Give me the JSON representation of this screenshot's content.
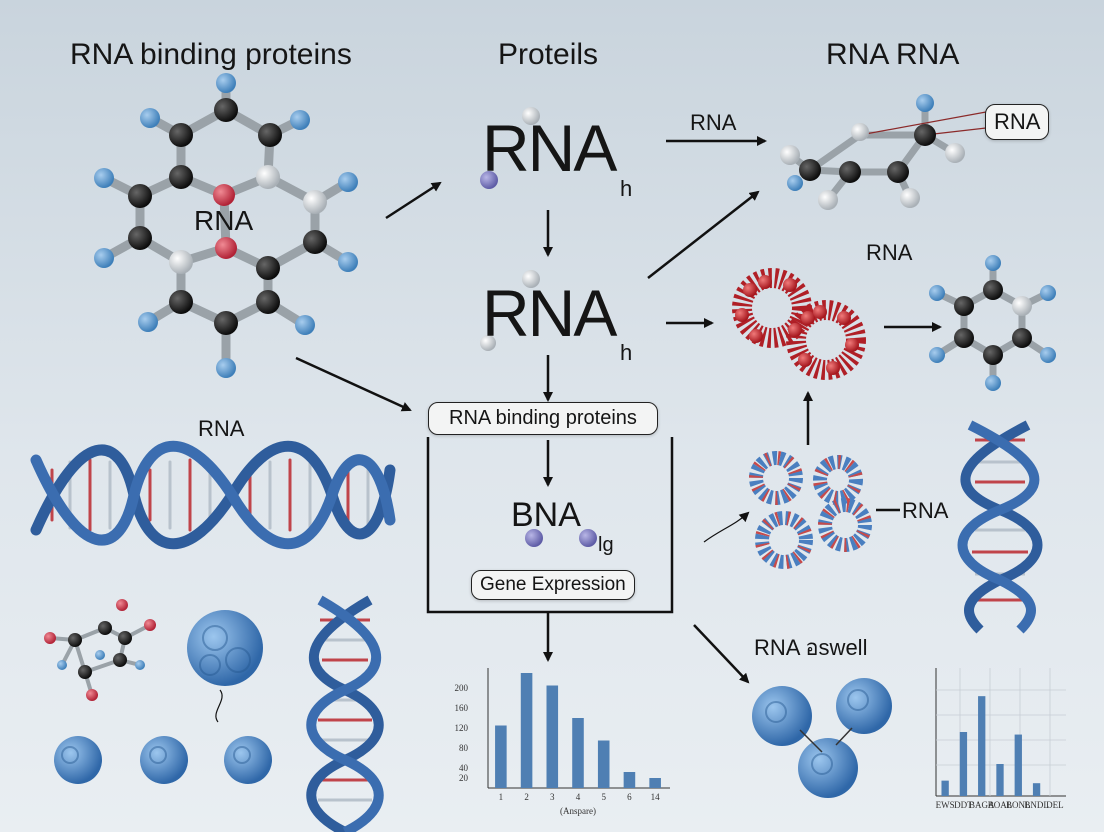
{
  "titles": {
    "left": "RNA binding proteins",
    "center": "Proteils",
    "right": "RNA RNA"
  },
  "center_flow": {
    "rna1_main": "RNA",
    "rna1_sub": "h",
    "rna2_main": "RNA",
    "rna2_sub": "h",
    "box_label": "RNA binding proteins",
    "bna_main": "BNA",
    "bna_sub": "lg",
    "gene_label": "Gene Expression"
  },
  "left_labels": {
    "molecule_label": "RNA",
    "helix_label": "RNA"
  },
  "right_labels": {
    "arrow_label": "RNA",
    "box_label": "RNA",
    "middle_label": "RNA",
    "cluster_label": "RNA",
    "lower_label": "RNA อswell"
  },
  "colors": {
    "helix": "#2f5d9c",
    "protein_red": "#c22a30",
    "protein_blue": "#4f86c2",
    "atom_black": "#151515",
    "atom_blue": "#5b9bd0",
    "atom_red": "#c4374a",
    "bar": "#4f7fb3"
  },
  "chart_data": [
    {
      "type": "bar",
      "categories": [
        "1",
        "2",
        "3",
        "4",
        "5",
        "6",
        "14"
      ],
      "values": [
        125,
        230,
        205,
        140,
        95,
        32,
        20
      ],
      "ylim": [
        0,
        240
      ],
      "yticks": [
        "200",
        "160",
        "120",
        "80",
        "40",
        "20"
      ],
      "xlabel": "(Anspare)",
      "ylabel": ""
    },
    {
      "type": "bar",
      "categories": [
        "EWS",
        "DDT",
        "BAGA",
        "BOAL",
        "BONL",
        "BNDL",
        "DEL"
      ],
      "values": [
        12,
        50,
        78,
        25,
        48,
        10
      ],
      "ylim": [
        0,
        100
      ],
      "xlabel": "",
      "ylabel": ""
    }
  ]
}
